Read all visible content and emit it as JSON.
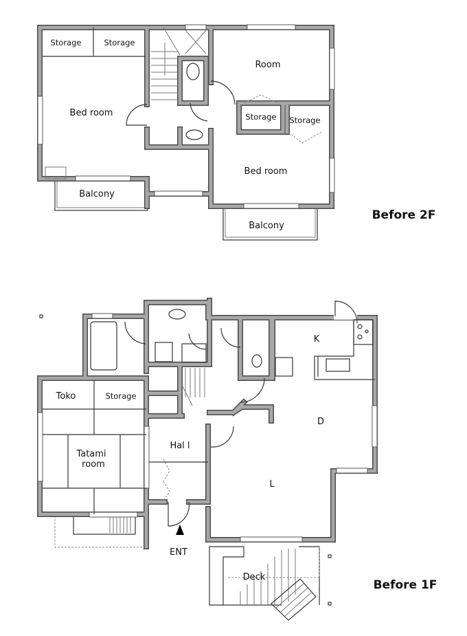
{
  "floor2": {
    "title": "Before 2F",
    "rooms": {
      "storage_1": "Storage",
      "storage_2": "Storage",
      "bedroom_left": "Bed room",
      "room": "Room",
      "storage_3": "Storage",
      "storage_4": "Storage",
      "bedroom_right": "Bed room",
      "balcony_left": "Balcony",
      "balcony_right": "Balcony"
    }
  },
  "floor1": {
    "title": "Before 1F",
    "rooms": {
      "toko": "Toko",
      "storage": "Storage",
      "tatami_1": "Tatami",
      "tatami_2": "room",
      "hall": "Hal l",
      "kitchen": "K",
      "dining": "D",
      "living": "L",
      "entrance": "ENT",
      "deck": "Deck"
    }
  }
}
